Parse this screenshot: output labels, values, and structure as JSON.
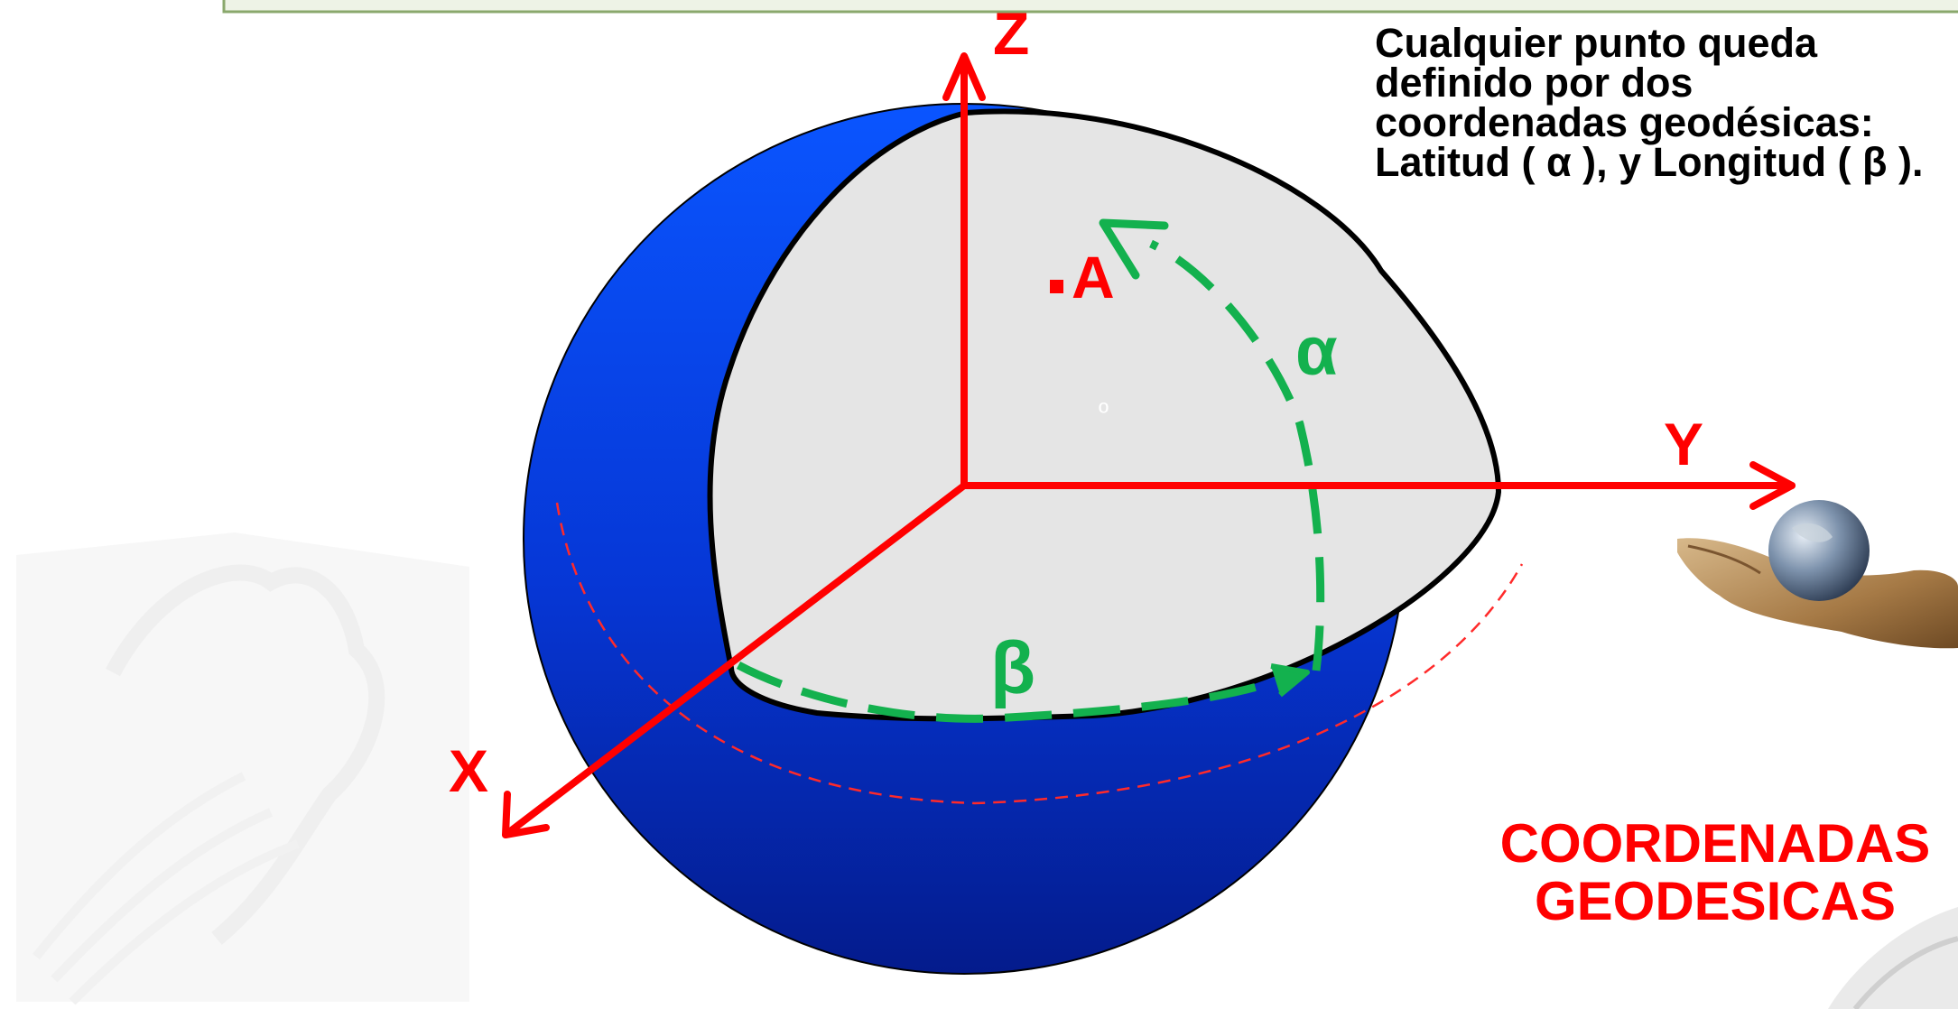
{
  "axes": {
    "z": "Z",
    "y": "Y",
    "x": "X"
  },
  "point_label": "A",
  "angles": {
    "latitude": "α",
    "longitude": "β"
  },
  "origin_mark": "º",
  "description": {
    "lines": [
      "Cualquier punto queda",
      "definido por dos",
      "coordenadas geodésicas:",
      "Latitud ( α ), y Longitud ( β )."
    ]
  },
  "title": {
    "line1": "COORDENADAS",
    "line2": "GEODESICAS"
  },
  "colors": {
    "sphere_light": "#0a4fff",
    "sphere_dark": "#051e9a",
    "cutaway": "#e5e5e5",
    "axis": "#ff0000",
    "arc": "#13b14e",
    "title": "#ff0000"
  },
  "icons": [
    "hand-holding-globe-icon",
    "peru-map-watermark"
  ]
}
